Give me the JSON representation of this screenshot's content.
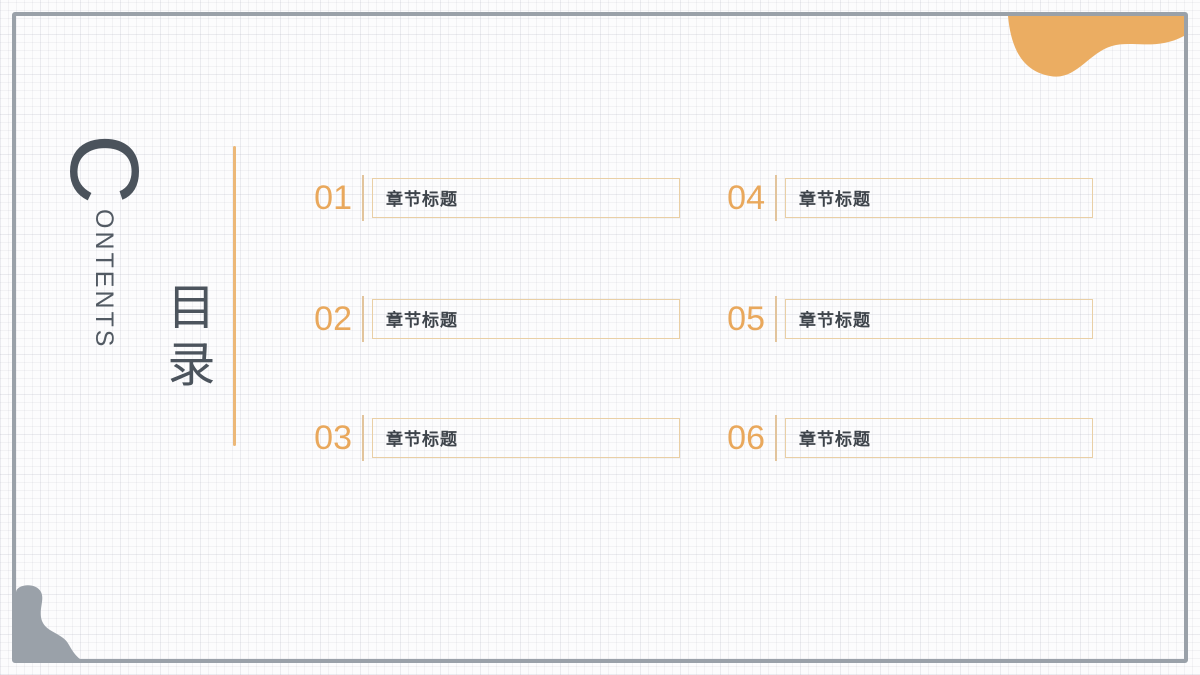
{
  "slide": {
    "eyebrow_initial": "C",
    "eyebrow_rest": "ONTENTS",
    "title": "目录",
    "items": [
      {
        "number": "01",
        "label": "章节标题"
      },
      {
        "number": "02",
        "label": "章节标题"
      },
      {
        "number": "03",
        "label": "章节标题"
      },
      {
        "number": "04",
        "label": "章节标题"
      },
      {
        "number": "05",
        "label": "章节标题"
      },
      {
        "number": "06",
        "label": "章节标题"
      }
    ],
    "colors": {
      "accent_orange": "#EBAD62",
      "number_orange": "#E9A85C",
      "box_border_orange": "#E9CFA5",
      "divider_orange": "#E2C49C",
      "accent_line_orange": "#ECB878",
      "heading_slate": "#4B535C",
      "label_dark": "#3E444B",
      "frame_gray": "#9AA1A9",
      "blob_gray": "#9AA1A9"
    }
  }
}
